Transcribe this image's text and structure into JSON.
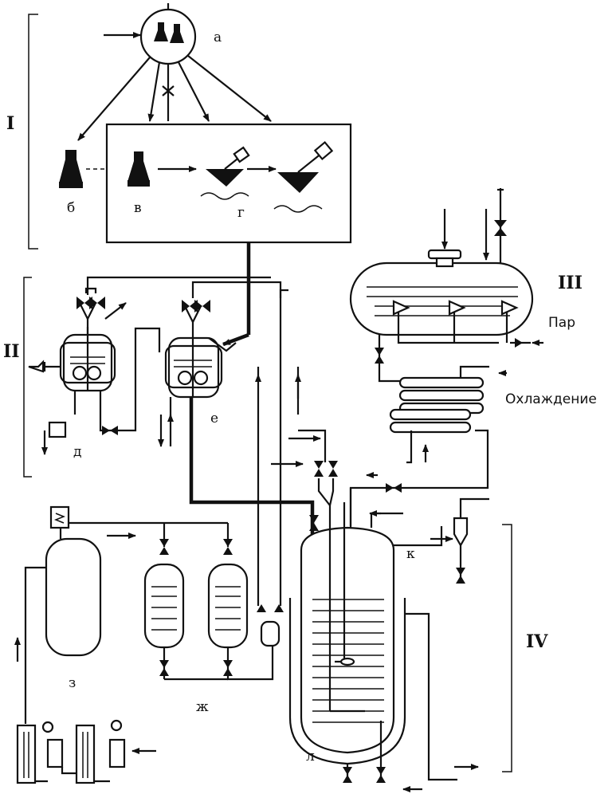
{
  "stages": {
    "s1": "I",
    "s2": "II",
    "s3": "III",
    "s4": "IV"
  },
  "labels": {
    "a": "а",
    "b": "б",
    "v": "в",
    "g": "г",
    "d": "д",
    "e": "е",
    "zh": "ж",
    "z": "з",
    "k": "к",
    "l": "л"
  },
  "streams": {
    "steam": "Пар",
    "cooling": "Охлаждение"
  }
}
